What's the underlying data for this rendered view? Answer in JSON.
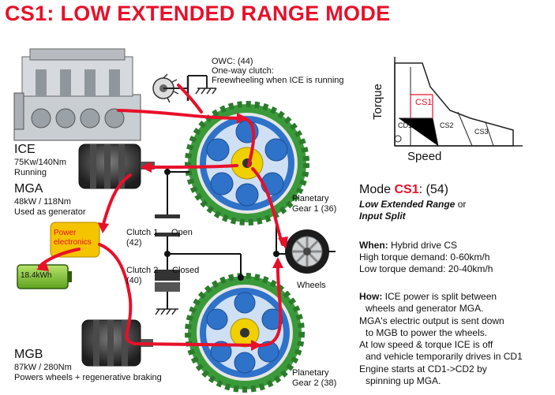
{
  "title": "CS1: LOW EXTENDED RANGE MODE",
  "colors": {
    "accent": "#e8102a",
    "power_flow": "#e8102a",
    "gear_green": "#3a9a3a",
    "gear_blue": "#2f72c9",
    "gear_yellow": "#f0d000",
    "battery_green": "#8ccc3a",
    "electronics_yellow": "#f5c400"
  },
  "labels": {
    "owc": "OWC: (44)",
    "owc_line2": "One-way clutch:",
    "owc_line3": "Freewheeling when ICE is running",
    "ice": "ICE",
    "ice_spec": "75Kw/140Nm",
    "ice_state": "Running",
    "mga": "MGA",
    "mga_spec": "48kW / 118Nm",
    "mga_role": "Used as generator",
    "power_electronics": "Power electronics",
    "battery": "18.4kWh",
    "clutch1": "Clutch 1",
    "clutch1_num": "(42)",
    "clutch1_state": "Open",
    "clutch2": "Clutch 2",
    "clutch2_num": "(40)",
    "clutch2_state": "Closed",
    "planetary1": "Planetary",
    "planetary1_name": "Gear 1 (36)",
    "wheels": "Wheels",
    "mgb": "MGB",
    "mgb_spec": "87kW / 280Nm",
    "mgb_role": "Powers wheels + regenerative braking",
    "planetary2": "Planetary",
    "planetary2_name": "Gear 2 (38)"
  },
  "torque_chart": {
    "ylabel": "Torque",
    "xlabel": "Speed",
    "regions": [
      "CS1",
      "CD1",
      "CS2",
      "CS3"
    ]
  },
  "mode": {
    "prefix": "Mode ",
    "code": "CS1",
    "suffix": ": (54)",
    "sub_line1": "Low Extended Range",
    "sub_or": " or",
    "sub_line2": "Input Split"
  },
  "when": {
    "label": "When:",
    "line1": " Hybrid drive CS",
    "line2": "High torque demand: 0-60km/h",
    "line3": "Low torque demand: 20-40km/h"
  },
  "how": {
    "label": "How:",
    "line1": " ICE power is split between",
    "line2": "wheels and generator MGA.",
    "line3": "MGA's electric output is sent down",
    "line4": "to MGB to power the wheels.",
    "line5": "At low speed & torque ICE is off",
    "line6": "and vehicle temporarily drives in CD1",
    "line7": "Engine starts at CD1->CD2 by",
    "line8": "spinning up MGA."
  }
}
